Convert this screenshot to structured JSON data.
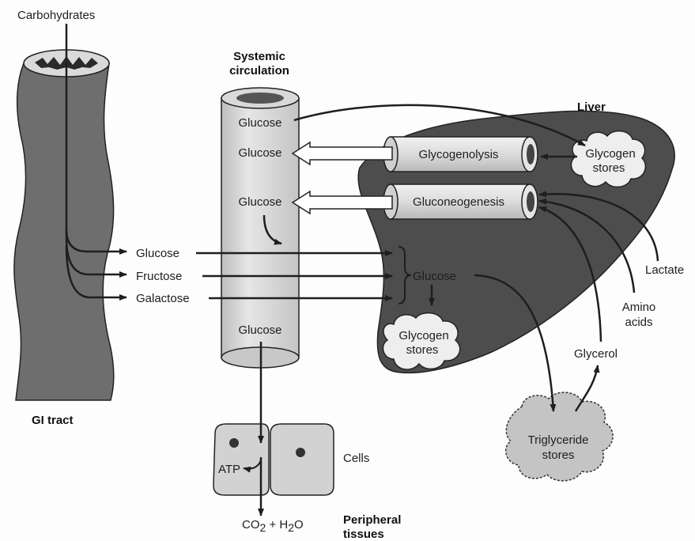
{
  "labels": {
    "carbohydrates": "Carbohydrates",
    "gi_tract": "GI tract",
    "systemic_circulation_1": "Systemic",
    "systemic_circulation_2": "circulation",
    "liver": "Liver",
    "vessel_glucose_top": "Glucose",
    "vessel_glucose_2": "Glucose",
    "vessel_glucose_3": "Glucose",
    "vessel_glucose_bottom": "Glucose",
    "glycogenolysis": "Glycogenolysis",
    "gluconeogenesis": "Gluconeogenesis",
    "glycogen_stores_top_1": "Glycogen",
    "glycogen_stores_top_2": "stores",
    "absorb_glucose": "Glucose",
    "absorb_fructose": "Fructose",
    "absorb_galactose": "Galactose",
    "liver_glucose": "Glucose",
    "glycogen_stores_liver_1": "Glycogen",
    "glycogen_stores_liver_2": "stores",
    "lactate": "Lactate",
    "amino_acids_1": "Amino",
    "amino_acids_2": "acids",
    "glycerol": "Glycerol",
    "triglyceride_1": "Triglyceride",
    "triglyceride_2": "stores",
    "cells": "Cells",
    "atp": "ATP",
    "co2_pre": "CO",
    "co2_sub": "2",
    "co2_mid": " + H",
    "h2o_sub": "2",
    "h2o_post": "O",
    "peripheral_1": "Peripheral",
    "peripheral_2": "tissues"
  },
  "colors": {
    "liver": "#4d4d4d",
    "tube": "#d4d4d4",
    "ink": "#1e1e1e"
  }
}
